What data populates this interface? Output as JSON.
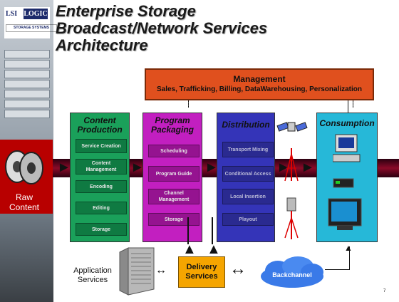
{
  "logo": {
    "brand": "LSI",
    "brand_box": "LOGIC",
    "sub": "STORAGE SYSTEMS"
  },
  "title": {
    "line1": "Enterprise Storage",
    "line2": "Broadcast/Network Services",
    "line3": "Architecture"
  },
  "management": {
    "title": "Management",
    "subtitle": "Sales, Trafficking, Billing, DataWarehousing, Personalization"
  },
  "columns": [
    {
      "heading1": "Content",
      "heading2": "Production",
      "items": [
        "Service Creation",
        "Content Management",
        "Encoding",
        "Editing",
        "Storage"
      ]
    },
    {
      "heading1": "Program",
      "heading2": "Packaging",
      "items": [
        "Scheduling",
        "Program Guide",
        "Channel Management",
        "Storage"
      ]
    },
    {
      "heading1": "Distribution",
      "heading2": "",
      "items": [
        "Transport Mixing",
        "Conditional Access",
        "Local Insertion",
        "Playout"
      ]
    },
    {
      "heading1": "Consumption",
      "heading2": "",
      "items": []
    }
  ],
  "raw_content": {
    "line1": "Raw",
    "line2": "Content"
  },
  "delivery": {
    "line1": "Delivery",
    "line2": "Services"
  },
  "application_services": {
    "line1": "Application",
    "line2": "Services"
  },
  "backchannel": "Backchannel",
  "page_number": "7",
  "colors": {
    "management": "#e0501e",
    "production": "#1aa05a",
    "packaging": "#c21fc0",
    "distribution": "#3434b8",
    "consumption": "#26b8d8",
    "delivery": "#f5a500",
    "band": "#8a0a28"
  },
  "icons": [
    "reel-icon",
    "satellite-icon",
    "antenna-tower-icon",
    "computer-icon",
    "set-top-box-icon",
    "television-icon",
    "server-icon",
    "cloud-icon",
    "pole-icon"
  ]
}
